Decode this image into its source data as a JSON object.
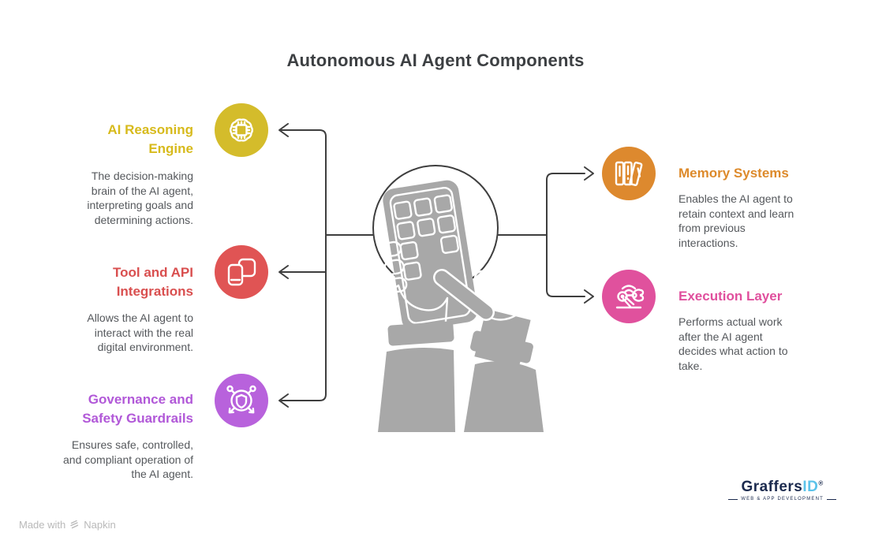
{
  "title": "Autonomous AI Agent Components",
  "colors": {
    "connector": "#3e3e3e",
    "hands_gray": "#a8a8a8",
    "body_text": "#55585c",
    "title_text": "#3d4043"
  },
  "items_left": [
    {
      "heading": "AI Reasoning Engine",
      "description": "The decision-making brain of the AI agent, interpreting goals and determining actions.",
      "color": "#d7ba1c",
      "circle_color": "#d4bc2b",
      "icon": "brain-chip-icon"
    },
    {
      "heading": "Tool and API Integrations",
      "description": "Allows the AI agent to interact with the real digital environment.",
      "color": "#d94f4f",
      "circle_color": "#e05454",
      "icon": "devices-icon"
    },
    {
      "heading": "Governance and Safety Guardrails",
      "description": "Ensures safe, controlled, and compliant operation of the AI agent.",
      "color": "#b158d8",
      "circle_color": "#b862dc",
      "icon": "shield-network-icon"
    }
  ],
  "items_right": [
    {
      "heading": "Memory Systems",
      "description": "Enables the AI agent to retain context and learn from previous interactions.",
      "color": "#dd8a2b",
      "circle_color": "#dd892e",
      "icon": "books-icon"
    },
    {
      "heading": "Execution Layer",
      "description": "Performs actual work after the AI agent decides what action to take.",
      "color": "#e04f9d",
      "circle_color": "#e0519d",
      "icon": "robot-arm-icon"
    }
  ],
  "center_illustration": "hands-tapping-phone-in-circle",
  "footer": {
    "made_with": "Made with",
    "brand": "Napkin",
    "napkin_icon": "napkin-logo-icon"
  },
  "watermark": {
    "brand_part1": "Graffers",
    "brand_part2": "ID",
    "registered": "®",
    "tagline": "WEB & APP DEVELOPMENT"
  }
}
